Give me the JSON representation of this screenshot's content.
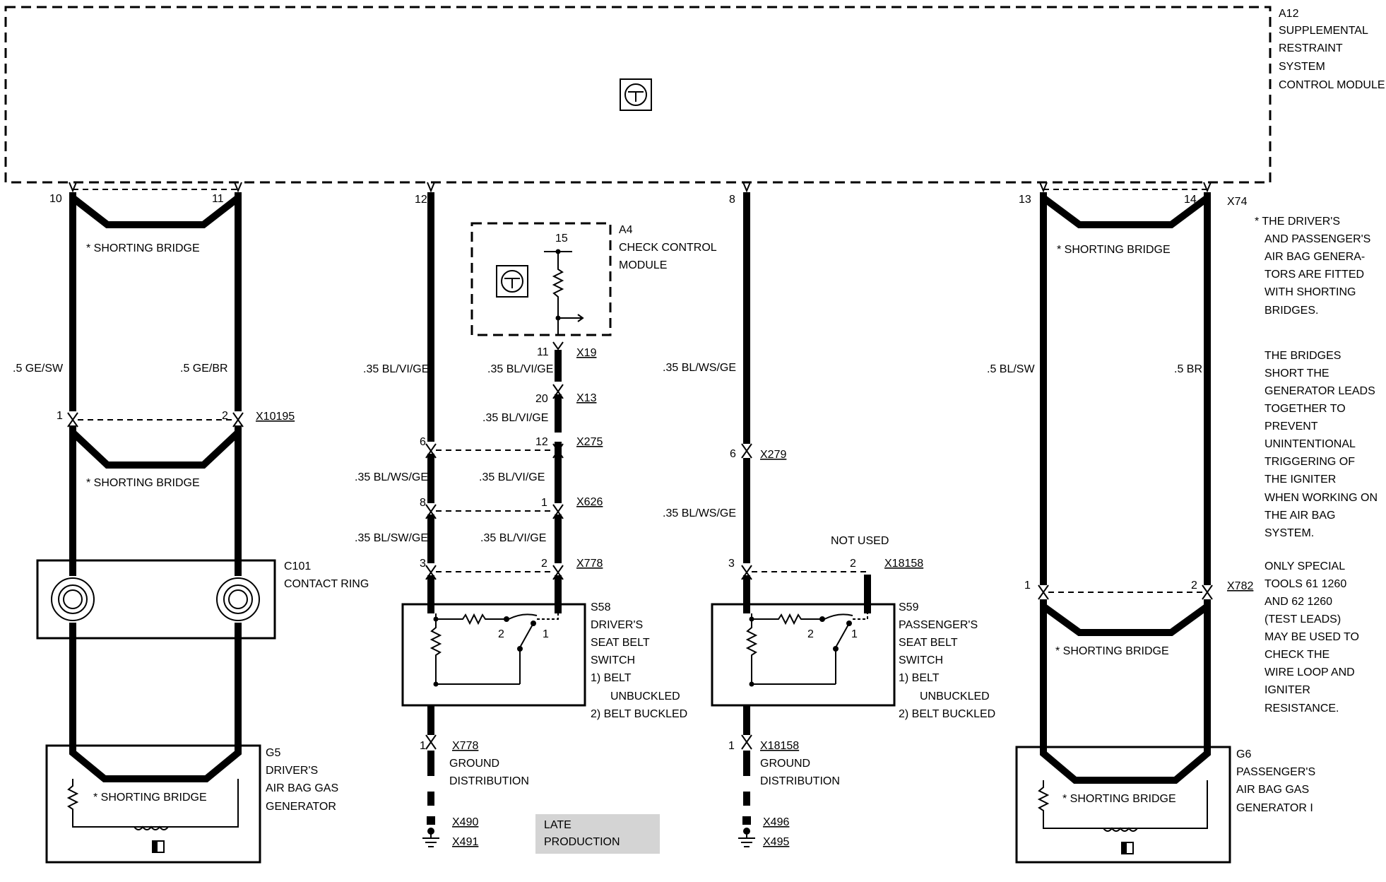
{
  "a12": {
    "id": "A12",
    "line1": "SUPPLEMENTAL",
    "line2": "RESTRAINT",
    "line3": "SYSTEM",
    "line4": "CONTROL MODULE"
  },
  "a12_pins": {
    "p10": "10",
    "p11": "11",
    "p12": "12",
    "p8": "8",
    "p13": "13",
    "p14": "14",
    "x74": "X74"
  },
  "bridge_label": "* SHORTING BRIDGE",
  "wires": {
    "w10": ".5 GE/SW",
    "w11": ".5 GE/BR",
    "w12": ".35 BL/VI/GE",
    "a4_out": ".35 BL/VI/GE",
    "x13_out": ".35 BL/VI/GE",
    "x275_l": ".35 BL/WS/GE",
    "x275_r": ".35 BL/VI/GE",
    "x626_l": ".35 BL/SW/GE",
    "x626_r": ".35 BL/VI/GE",
    "w8": ".35 BL/WS/GE",
    "x279_out": ".35 BL/WS/GE",
    "w13": ".5 BL/SW",
    "w14": ".5 BR"
  },
  "connectors": {
    "x10195": {
      "name": "X10195",
      "p1": "1",
      "p2": "2"
    },
    "x19": {
      "name": "X19",
      "pin": "11"
    },
    "x13": {
      "name": "X13",
      "pin": "20"
    },
    "x275": {
      "name": "X275",
      "pl": "6",
      "pr": "12"
    },
    "x626": {
      "name": "X626",
      "pl": "8",
      "pr": "1"
    },
    "x778": {
      "name": "X778",
      "pl": "3",
      "pr": "2"
    },
    "x279": {
      "name": "X279",
      "pin": "6"
    },
    "x18158": {
      "name": "X18158",
      "pl": "3",
      "pr": "2",
      "note": "NOT USED"
    },
    "x782": {
      "name": "X782",
      "p1": "1",
      "p2": "2"
    }
  },
  "a4": {
    "id": "A4",
    "line1": "CHECK CONTROL",
    "line2": "MODULE",
    "pin": "15"
  },
  "c101": {
    "id": "C101",
    "label": "CONTACT RING"
  },
  "s58": {
    "id": "S58",
    "l1": "DRIVER'S",
    "l2": "SEAT BELT",
    "l3": "SWITCH",
    "l4": "1)  BELT",
    "l5": "UNBUCKLED",
    "l6": "2)  BELT BUCKLED",
    "sw1": "1",
    "sw2": "2"
  },
  "s59": {
    "id": "S59",
    "l1": "PASSENGER'S",
    "l2": "SEAT BELT",
    "l3": "SWITCH",
    "l4": "1)  BELT",
    "l5": "UNBUCKLED",
    "l6": "2)  BELT BUCKLED",
    "sw1": "1",
    "sw2": "2"
  },
  "ground_left": {
    "pin": "1",
    "conn": "X778",
    "l1": "GROUND",
    "l2": "DISTRIBUTION",
    "g1": "X490",
    "g2": "X491"
  },
  "ground_right": {
    "pin": "1",
    "conn": "X18158",
    "l1": "GROUND",
    "l2": "DISTRIBUTION",
    "g1": "X496",
    "g2": "X495"
  },
  "late": {
    "l1": "LATE",
    "l2": "PRODUCTION"
  },
  "g5": {
    "id": "G5",
    "l1": "DRIVER'S",
    "l2": "AIR BAG GAS",
    "l3": "GENERATOR"
  },
  "g6": {
    "id": "G6",
    "l1": "PASSENGER'S",
    "l2": "AIR BAG GAS",
    "l3": "GENERATOR I"
  },
  "note1": [
    "* THE DRIVER'S",
    "AND PASSENGER'S",
    "AIR BAG GENERA-",
    "TORS ARE FITTED",
    "WITH SHORTING",
    "BRIDGES."
  ],
  "note2": [
    "THE BRIDGES",
    "SHORT THE",
    "GENERATOR LEADS",
    "TOGETHER TO",
    "PREVENT",
    "UNINTENTIONAL",
    "TRIGGERING OF",
    "THE IGNITER",
    "WHEN WORKING ON",
    "THE AIR BAG",
    "SYSTEM."
  ],
  "note3": [
    "ONLY SPECIAL",
    "TOOLS 61 1260",
    "AND 62 1260",
    "(TEST LEADS)",
    "MAY BE USED TO",
    "CHECK THE",
    "WIRE LOOP AND",
    "IGNITER",
    "RESISTANCE."
  ]
}
